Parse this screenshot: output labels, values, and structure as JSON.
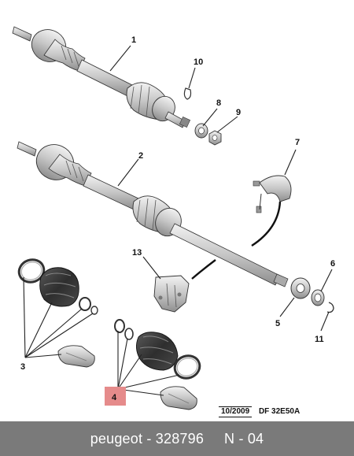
{
  "diagram": {
    "callouts": [
      "1",
      "2",
      "3",
      "4",
      "5",
      "6",
      "7",
      "8",
      "9",
      "10",
      "11",
      "13"
    ],
    "highlight_color": "#e58b8b",
    "line_color": "#222222",
    "part_fill": "#d2d2d2",
    "part_dark": "#9a9a9a"
  },
  "reference": {
    "date": "10/2009",
    "code": "DF 32E50A"
  },
  "caption": {
    "text": "peugeot - 328796     N - 04",
    "bar_color": "#7a7a7a"
  }
}
